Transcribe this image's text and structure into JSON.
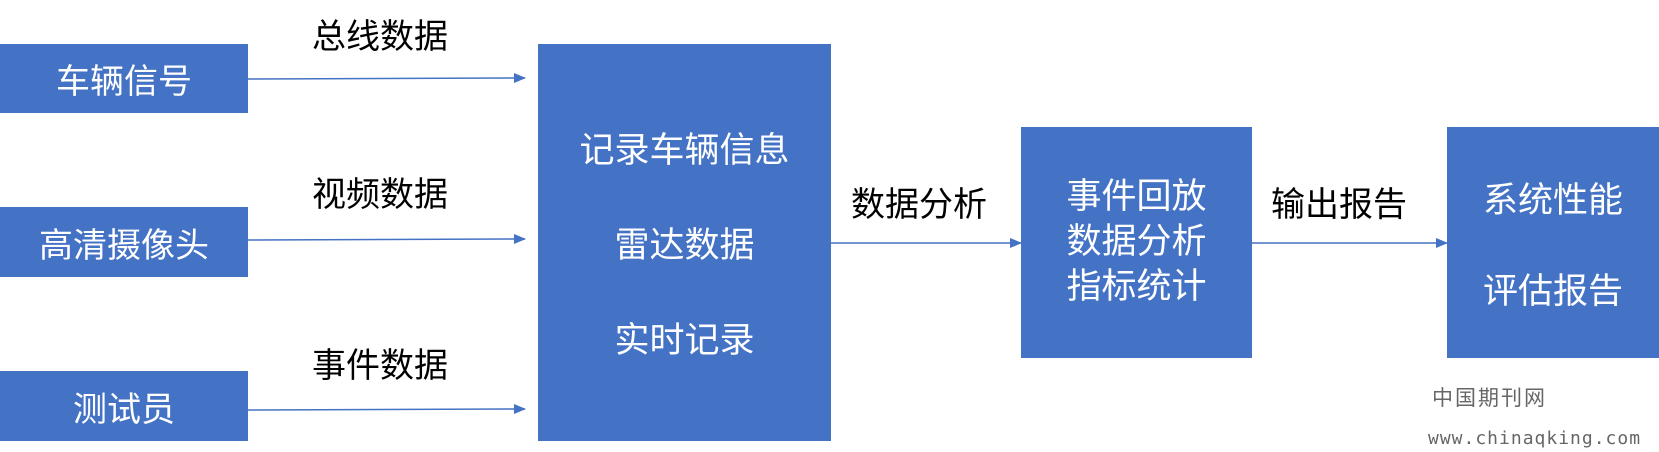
{
  "colors": {
    "box_fill": "#4472C4",
    "arrow": "#4472C4",
    "box_text": "#FFFFFF",
    "label_text": "#000000"
  },
  "sources": [
    {
      "label": "车辆信号",
      "arrow_label": "总线数据"
    },
    {
      "label": "高清摄像头",
      "arrow_label": "视频数据"
    },
    {
      "label": "测试员",
      "arrow_label": "事件数据"
    }
  ],
  "center_box": {
    "lines": [
      "记录车辆信息",
      "雷达数据",
      "实时记录"
    ]
  },
  "arrow_mid_label": "数据分析",
  "middle_box": {
    "lines": [
      "事件回放",
      "数据分析",
      "指标统计"
    ]
  },
  "arrow_out_label": "输出报告",
  "final_box": {
    "lines": [
      "系统性能",
      "评估报告"
    ]
  },
  "watermark": {
    "name": "中国期刊网",
    "url": "www.chinaqking.com"
  }
}
